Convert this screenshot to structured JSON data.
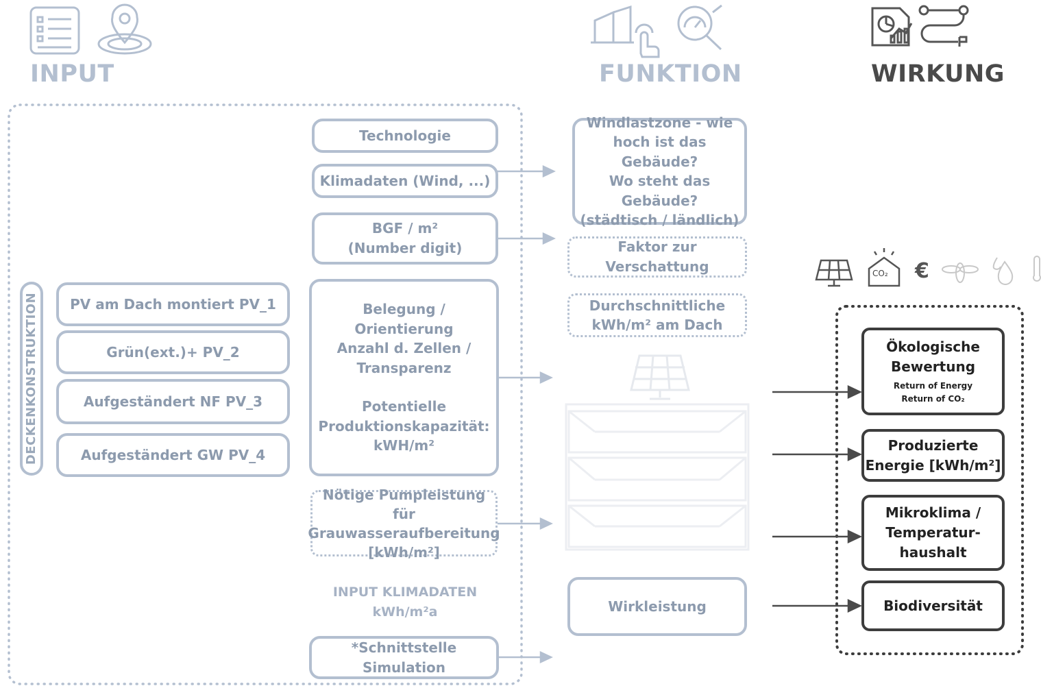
{
  "headers": {
    "input": "INPUT",
    "funktion": "FUNKTION",
    "wirkung": "WIRKUNG"
  },
  "input": {
    "technologie": "Technologie",
    "klimadaten": "Klimadaten (Wind, ...)",
    "bgf_line1": "BGF / m²",
    "bgf_line2": "(Number digit)",
    "deckenkonstruktion": "DECKENKONSTRUKTION",
    "pv_variants": [
      "PV am Dach montiert PV_1",
      "Grün(ext.)+ PV_2",
      "Aufgeständert  NF PV_3",
      "Aufgeständert GW PV_4"
    ],
    "belegung_lines": [
      "Belegung / Orientierung",
      "Anzahl d. Zellen /",
      "Transparenz",
      "",
      "Potentielle",
      "Produktionskapazität:",
      "kWH/m²"
    ],
    "pumpleistung_lines": [
      "Nötige Pumpleistung für",
      "Grauwasseraufbereitung",
      "[kWh/m²]"
    ],
    "klimadaten_input_lines": [
      "INPUT KLIMADATEN",
      "kWh/m²a"
    ],
    "schnittstelle": "*Schnittstelle Simulation"
  },
  "funktion": {
    "windlast_lines": [
      "Windlastzone - wie",
      "hoch ist das Gebäude?",
      "Wo steht das Gebäude?",
      "(städtisch / ländlich)"
    ],
    "faktor": "Faktor zur Verschattung",
    "durchschnitt_lines": [
      "Durchschnittliche",
      "kWh/m² am Dach"
    ],
    "wirkleistung": "Wirkleistung"
  },
  "wirkung": {
    "icons": [
      "solar-panel-icon",
      "co2-house-icon",
      "euro-icon",
      "bee-icon",
      "water-drops-icon",
      "thermometer-icon"
    ],
    "co2_label": "CO₂",
    "euro_symbol": "€",
    "oekologisch_lines": [
      "Ökologische",
      "Bewertung"
    ],
    "oekologisch_sub": [
      "Return of Energy",
      "Return of CO₂"
    ],
    "produzierte_lines": [
      "Produzierte",
      "Energie [kWh/m²]"
    ],
    "mikroklima_lines": [
      "Mikroklima /",
      "Temperatur-",
      "haushalt"
    ],
    "biodiversitaet": "Biodiversität"
  },
  "colors": {
    "light": "#b3bfd0",
    "dark": "#3d3d3d"
  }
}
